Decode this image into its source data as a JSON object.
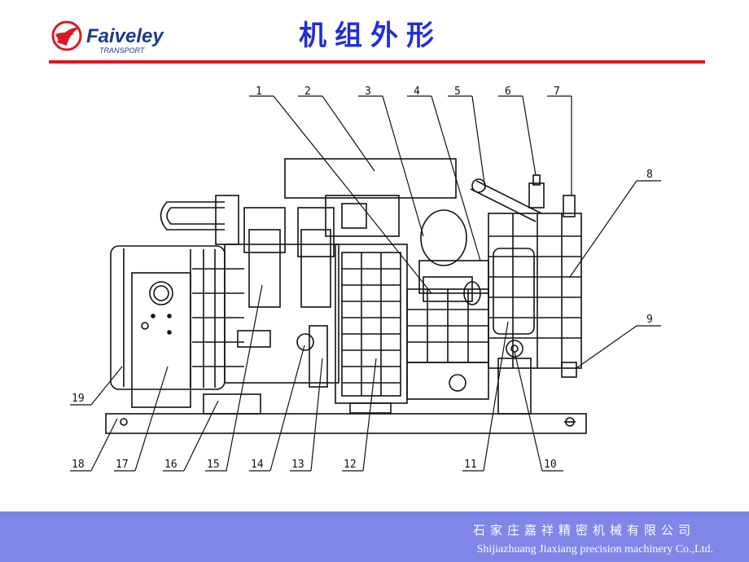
{
  "header": {
    "title": "机组外形",
    "logo": {
      "brand": "Faiveley",
      "sub": "TRANSPORT"
    },
    "accent_color": "#e0181e",
    "title_color": "#1f2fd6"
  },
  "diagram": {
    "callouts": [
      {
        "id": "1",
        "label": "1"
      },
      {
        "id": "2",
        "label": "2"
      },
      {
        "id": "3",
        "label": "3"
      },
      {
        "id": "4",
        "label": "4"
      },
      {
        "id": "5",
        "label": "5"
      },
      {
        "id": "6",
        "label": "6"
      },
      {
        "id": "7",
        "label": "7"
      },
      {
        "id": "8",
        "label": "8"
      },
      {
        "id": "9",
        "label": "9"
      },
      {
        "id": "10",
        "label": "10"
      },
      {
        "id": "11",
        "label": "11"
      },
      {
        "id": "12",
        "label": "12"
      },
      {
        "id": "13",
        "label": "13"
      },
      {
        "id": "14",
        "label": "14"
      },
      {
        "id": "15",
        "label": "15"
      },
      {
        "id": "16",
        "label": "16"
      },
      {
        "id": "17",
        "label": "17"
      },
      {
        "id": "18",
        "label": "18"
      },
      {
        "id": "19",
        "label": "19"
      }
    ]
  },
  "footer": {
    "company_cn": "石家庄嘉祥精密机械有限公司",
    "company_en": "Shijiazhuang Jiaxiang precision machinery Co.,Ltd.",
    "background": "#7f86e8"
  }
}
